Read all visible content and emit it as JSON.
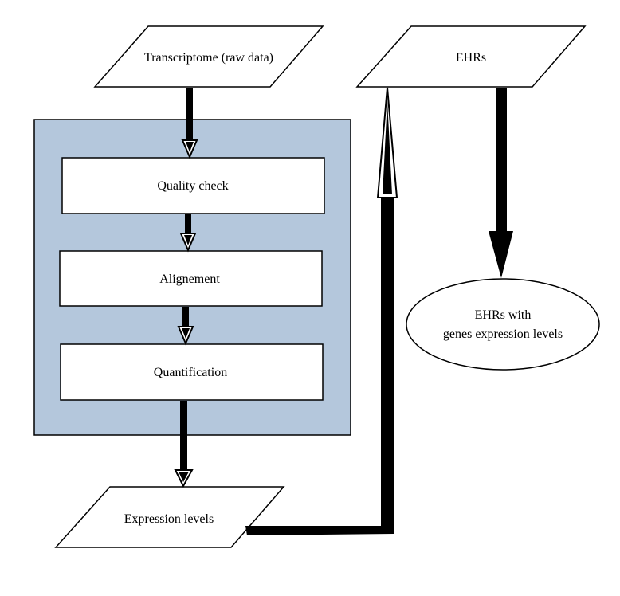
{
  "nodes": {
    "transcriptome": "Transcriptome (raw data)",
    "ehrs": "EHRs",
    "quality_check": "Quality check",
    "alignement": "Alignement",
    "quantification": "Quantification",
    "expression_levels": "Expression levels",
    "ehrs_with_line1": "EHRs with",
    "ehrs_with_line2": "genes expression levels"
  },
  "colors": {
    "pipeline_group": "#b4c7dc",
    "box_fill": "#ffffff",
    "stroke": "#000000",
    "arrow": "#000000"
  }
}
